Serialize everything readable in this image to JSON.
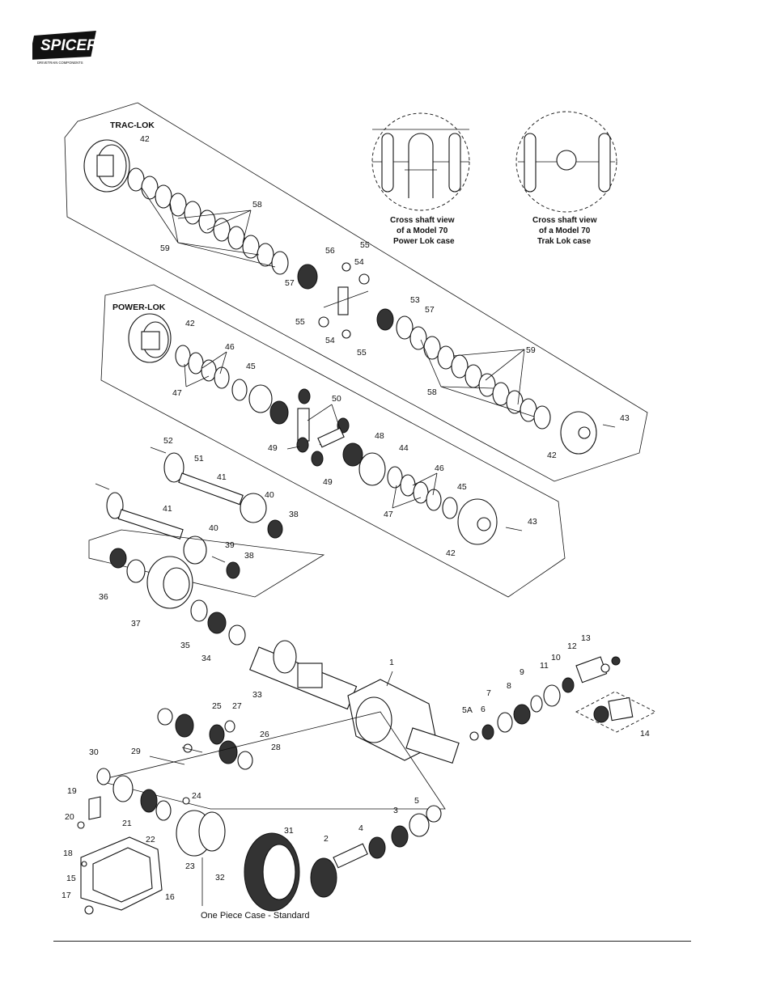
{
  "logo": {
    "brand": "SPICER",
    "tagline": "DRIVETRAIN COMPONENTS"
  },
  "sections": {
    "trac_lok": "TRAC-LOK",
    "power_lok": "POWER-LOK"
  },
  "cross_views": [
    {
      "line1": "Cross shaft view",
      "line2": "of a Model 70",
      "line3": "Power Lok case"
    },
    {
      "line1": "Cross shaft view",
      "line2": "of a Model 70",
      "line3": "Trak Lok case"
    }
  ],
  "case_caption": "One Piece Case - Standard",
  "callouts": {
    "c1": "1",
    "c2": "2",
    "c3": "3",
    "c4": "4",
    "c5": "5",
    "c5a": "5A",
    "c6": "6",
    "c7": "7",
    "c8": "8",
    "c9": "9",
    "c10": "10",
    "c11": "11",
    "c12": "12",
    "c13": "13",
    "c14": "14",
    "c15": "15",
    "c16": "16",
    "c17": "17",
    "c18": "18",
    "c19": "19",
    "c20": "20",
    "c21": "21",
    "c22": "22",
    "c23": "23",
    "c24": "24",
    "c25": "25",
    "c26": "26",
    "c27": "27",
    "c28": "28",
    "c29": "29",
    "c30": "30",
    "c31": "31",
    "c32": "32",
    "c33": "33",
    "c34": "34",
    "c35": "35",
    "c36": "36",
    "c37": "37",
    "c38a": "38",
    "c38b": "38",
    "c39": "39",
    "c40a": "40",
    "c40b": "40",
    "c41a": "41",
    "c41b": "41",
    "c42a": "42",
    "c42b": "42",
    "c42c": "42",
    "c42d": "42",
    "c43a": "43",
    "c43b": "43",
    "c44": "44",
    "c45a": "45",
    "c45b": "45",
    "c46a": "46",
    "c46b": "46",
    "c47a": "47",
    "c47b": "47",
    "c48": "48",
    "c49a": "49",
    "c49b": "49",
    "c50": "50",
    "c51": "51",
    "c52": "52",
    "c53": "53",
    "c54a": "54",
    "c54b": "54",
    "c55a": "55",
    "c55b": "55",
    "c55c": "55",
    "c56": "56",
    "c57a": "57",
    "c57b": "57",
    "c58a": "58",
    "c58b": "58",
    "c59a": "59",
    "c59b": "59"
  }
}
